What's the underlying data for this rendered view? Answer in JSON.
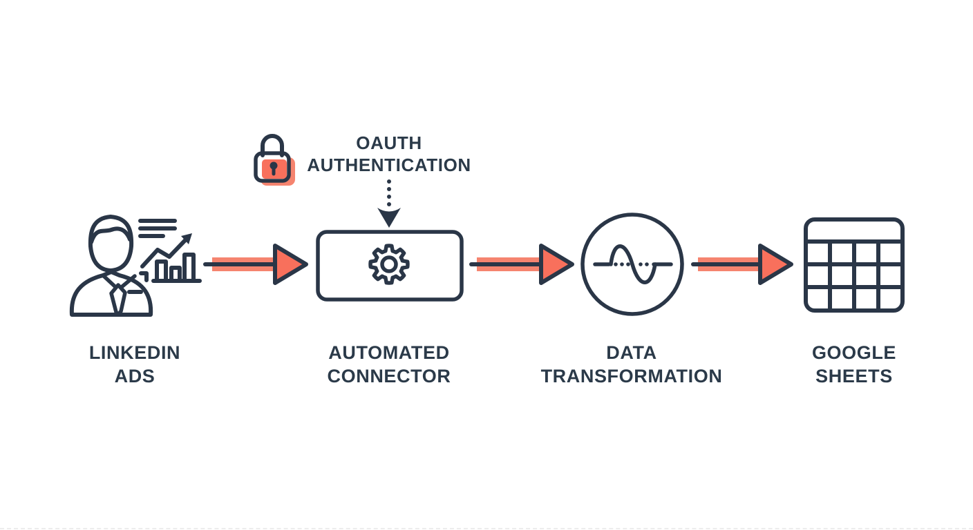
{
  "background_color": "#FFFFFF",
  "colors": {
    "outline_navy": "#2A3647",
    "accent_coral": "#F8705C",
    "accent_coral_soft": "#F5846F",
    "label_text": "#2B3A49"
  },
  "diagram": {
    "nodes": [
      {
        "id": "linkedin-ads",
        "label": "LINKEDIN\nADS",
        "icon": "businessman-analytics-icon"
      },
      {
        "id": "automated-connector",
        "label": "AUTOMATED\nCONNECTOR",
        "icon": "gear-in-box-icon"
      },
      {
        "id": "data-transformation",
        "label": "DATA\nTRANSFORMATION",
        "icon": "sine-wave-circle-icon"
      },
      {
        "id": "google-sheets",
        "label": "GOOGLE\nSHEETS",
        "icon": "spreadsheet-grid-icon"
      }
    ],
    "annotation": {
      "id": "oauth",
      "label": "OAUTH\nAUTHENTICATION",
      "icon": "padlock-icon",
      "connects_to": "automated-connector",
      "connector_style": "dotted-arrow-down"
    },
    "flow": [
      {
        "from": "linkedin-ads",
        "to": "automated-connector",
        "style": "coral-arrow"
      },
      {
        "from": "automated-connector",
        "to": "data-transformation",
        "style": "coral-arrow"
      },
      {
        "from": "data-transformation",
        "to": "google-sheets",
        "style": "coral-arrow"
      }
    ]
  }
}
